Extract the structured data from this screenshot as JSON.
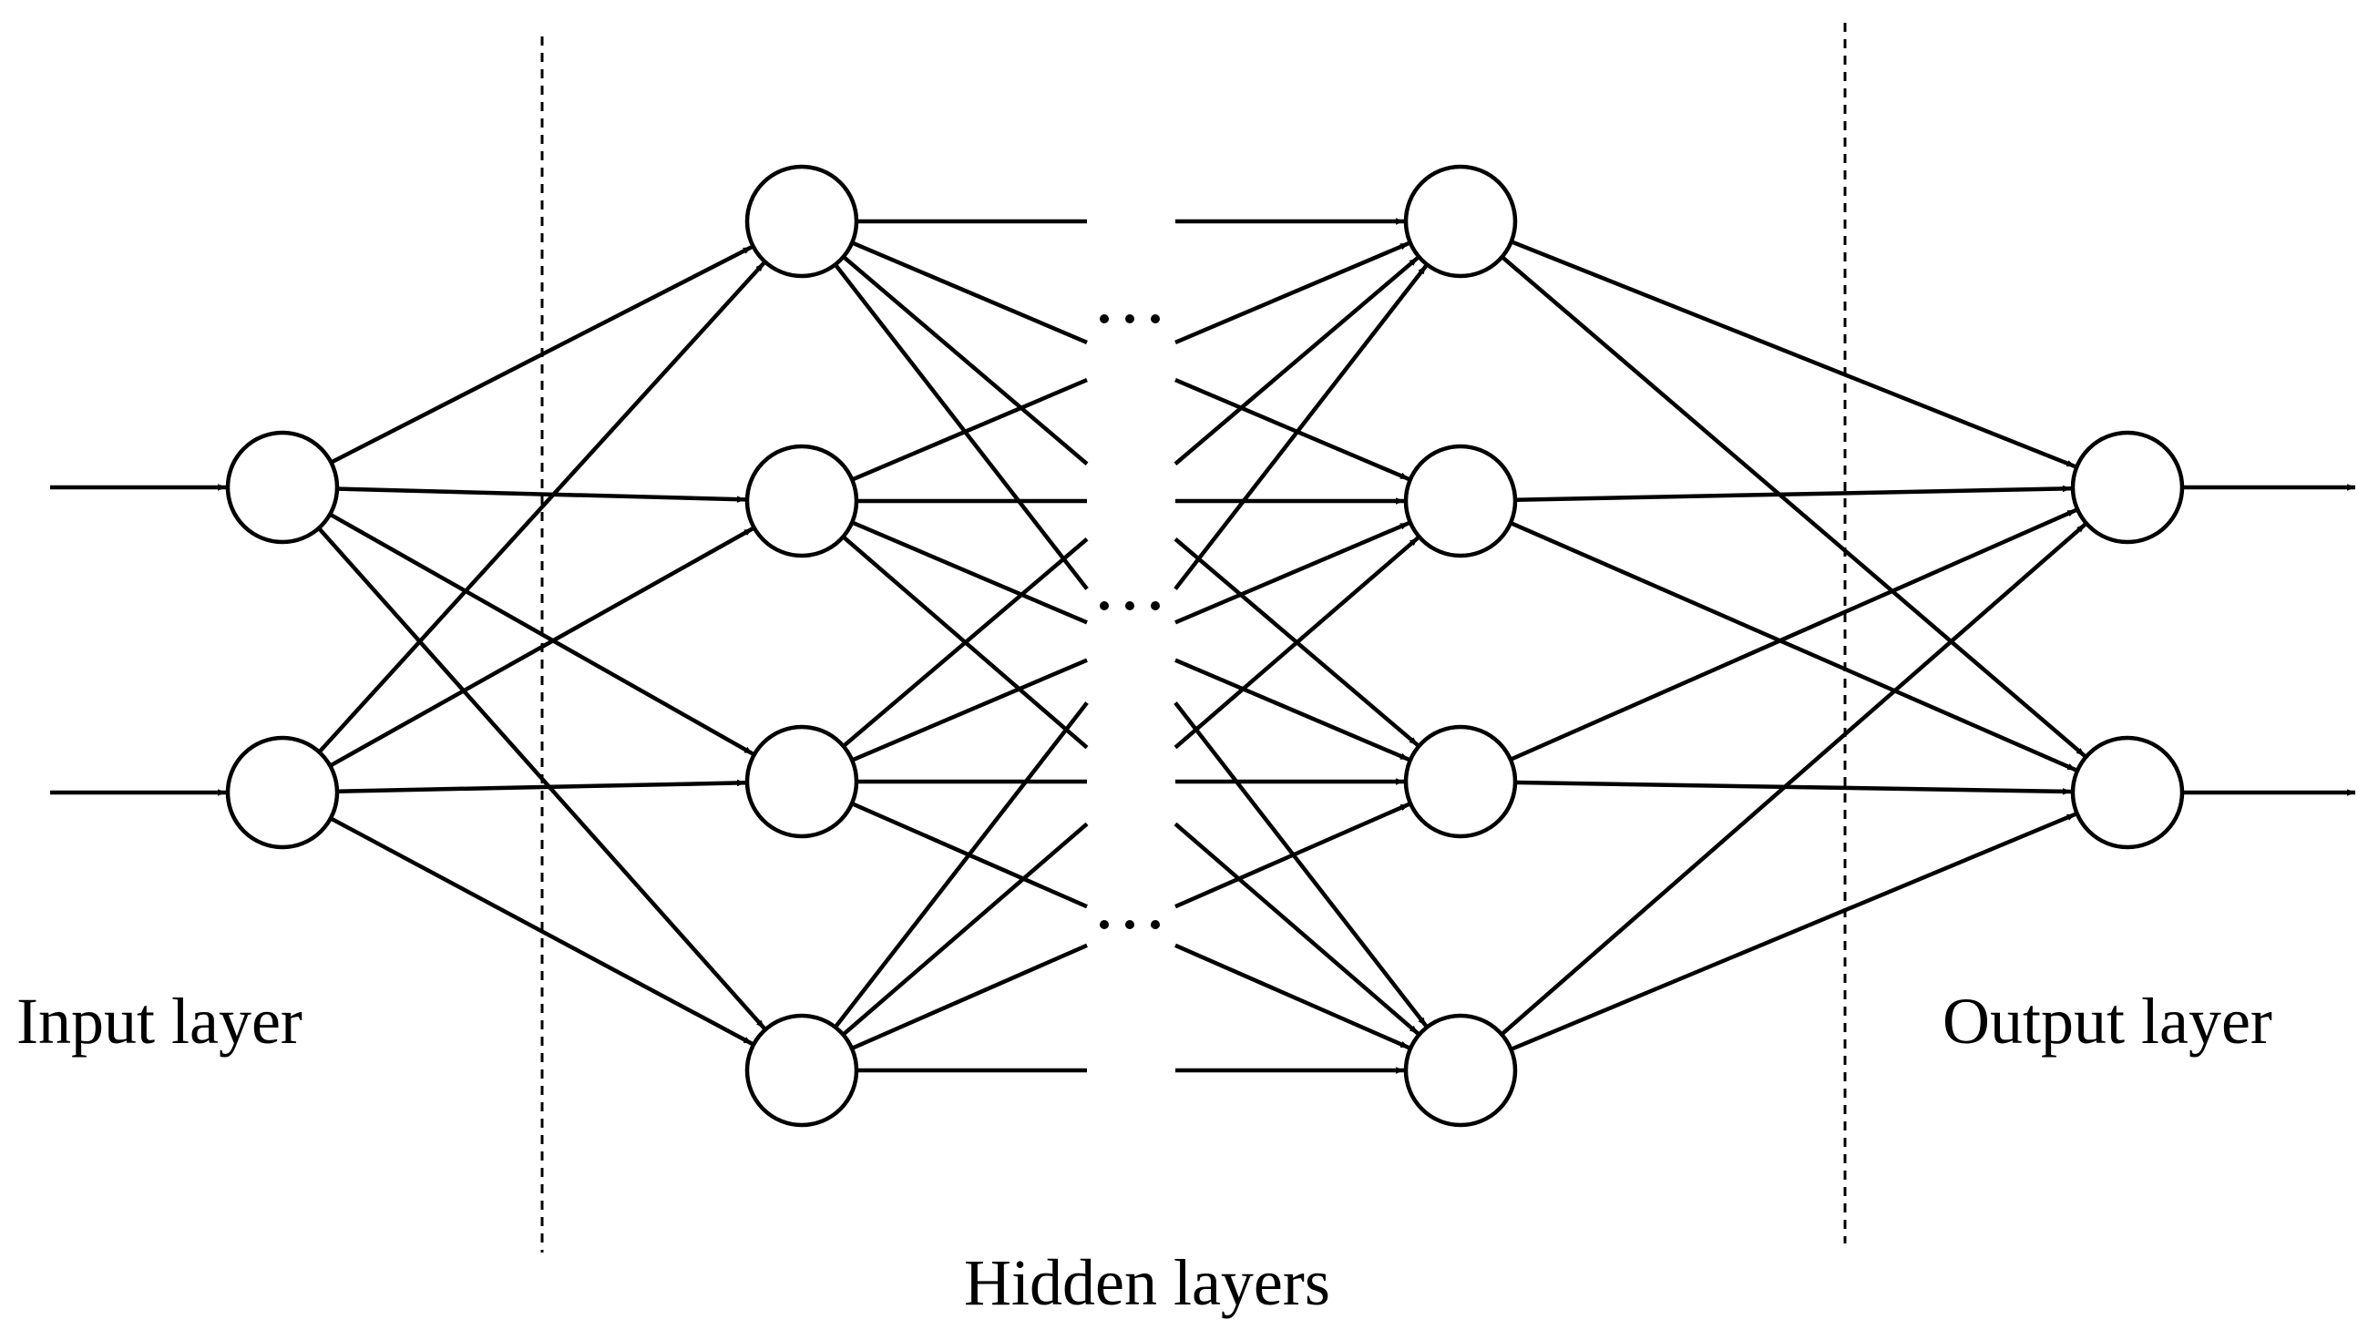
{
  "labels": {
    "input": "Input layer",
    "hidden": "Hidden layers",
    "output": "Output layer"
  },
  "colors": {
    "stroke": "#000000",
    "node_fill": "#ffffff",
    "background": "#ffffff"
  }
}
